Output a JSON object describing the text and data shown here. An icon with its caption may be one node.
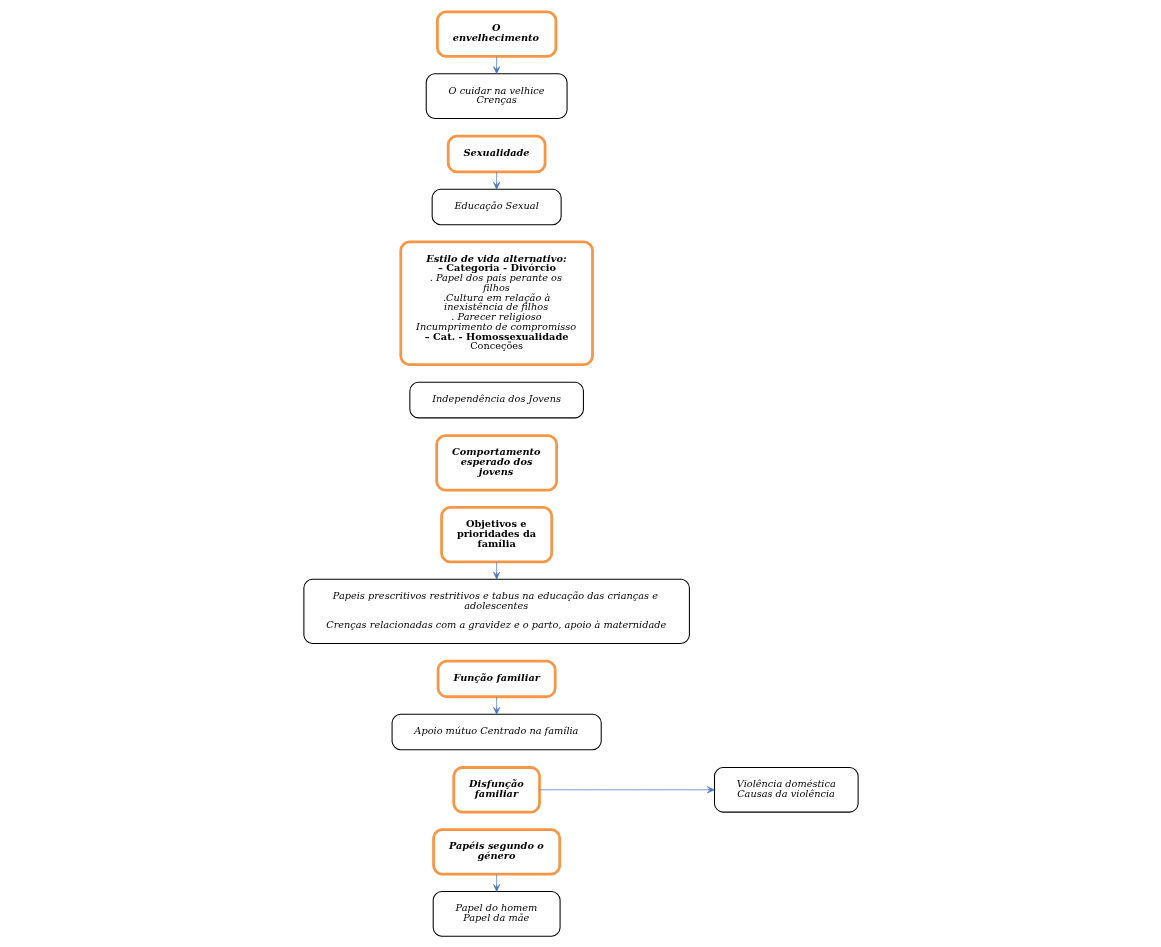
{
  "diagram": {
    "nodes": [
      {
        "text": [
          "Papéis segundo o género"
        ]
      },
      {
        "text": [
          "Papel do homem",
          "Papel da mãe"
        ]
      },
      {
        "text": [
          "Disfunção familiar"
        ]
      },
      {
        "text": [
          "Função familiar"
        ]
      },
      {
        "text": [
          "Apoio mútuo Centrado na família"
        ]
      },
      {
        "text": [
          "Violência doméstica",
          "Causas da violência"
        ]
      },
      {
        "text": [
          "Objetivos e prioridades da família"
        ]
      },
      {
        "text": [
          "Papeis prescritivos restritivos e tabus na educação das crianças e adolescentes",
          "Crenças relacionadas com a gravidez e o parto, apoio à maternidade"
        ]
      },
      {
        "text": [
          "Comportamento esperado dos jovens"
        ]
      },
      {
        "text": [
          "Independência dos Jovens"
        ]
      },
      {
        "text": [
          "Estilo de vida alternativo:",
          "– Categoria - Divórcio",
          ". Papel dos pais perante os filhos",
          ".Cultura em relação à inexistência de filhos",
          ". Parecer religioso",
          "Incumprimento de compromisso",
          "– Cat. - Homossexualidade",
          "Conceções"
        ]
      },
      {
        "text": [
          "Sexualidade"
        ]
      },
      {
        "text": [
          "Educação Sexual"
        ]
      },
      {
        "text": [
          "O envelhecimento"
        ]
      },
      {
        "text": [
          "O cuidar na velhice",
          "Crenças"
        ]
      }
    ],
    "edges": [
      {
        "from": 0,
        "to": 1,
        "arrow": "to"
      },
      {
        "from": 2,
        "to": 5,
        "arrow": "to"
      },
      {
        "from": 3,
        "to": 4,
        "arrow": "to"
      },
      {
        "from": 6,
        "to": 7,
        "arrow": "to"
      },
      {
        "from": 11,
        "to": 12,
        "arrow": "to"
      },
      {
        "from": 13,
        "to": 14,
        "arrow": "to"
      }
    ]
  }
}
